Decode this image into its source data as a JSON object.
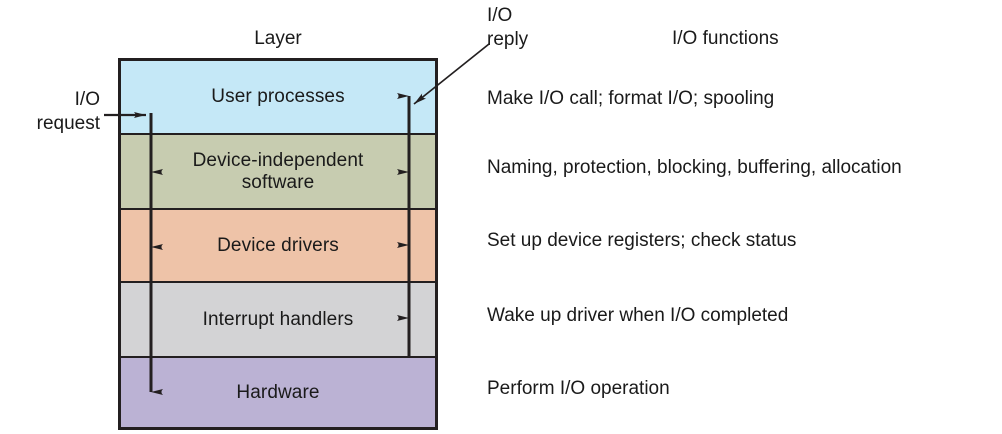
{
  "headers": {
    "layer_column": "Layer",
    "functions_column": "I/O functions"
  },
  "annotations": {
    "io_request": "I/O\nrequest",
    "io_request_line1": "I/O",
    "io_request_line2": "request",
    "io_reply_line1": "I/O",
    "io_reply_line2": "reply"
  },
  "layers": [
    {
      "name": "User processes",
      "function": "Make I/O call; format I/O; spooling",
      "color": "#c5e8f7"
    },
    {
      "name": "Device-independent software",
      "name_line1": "Device-independent",
      "name_line2": "software",
      "function": "Naming, protection, blocking, buffering, allocation",
      "color": "#c7ccb0"
    },
    {
      "name": "Device drivers",
      "function": "Set up device registers; check status",
      "color": "#eec3a8"
    },
    {
      "name": "Interrupt handlers",
      "function": "Wake up driver when I/O completed",
      "color": "#d3d3d5"
    },
    {
      "name": "Hardware",
      "function": "Perform I/O operation",
      "color": "#bbb2d4"
    }
  ],
  "colors": {
    "stroke": "#231f20",
    "background": "#ffffff",
    "text": "#1a1a1a"
  }
}
